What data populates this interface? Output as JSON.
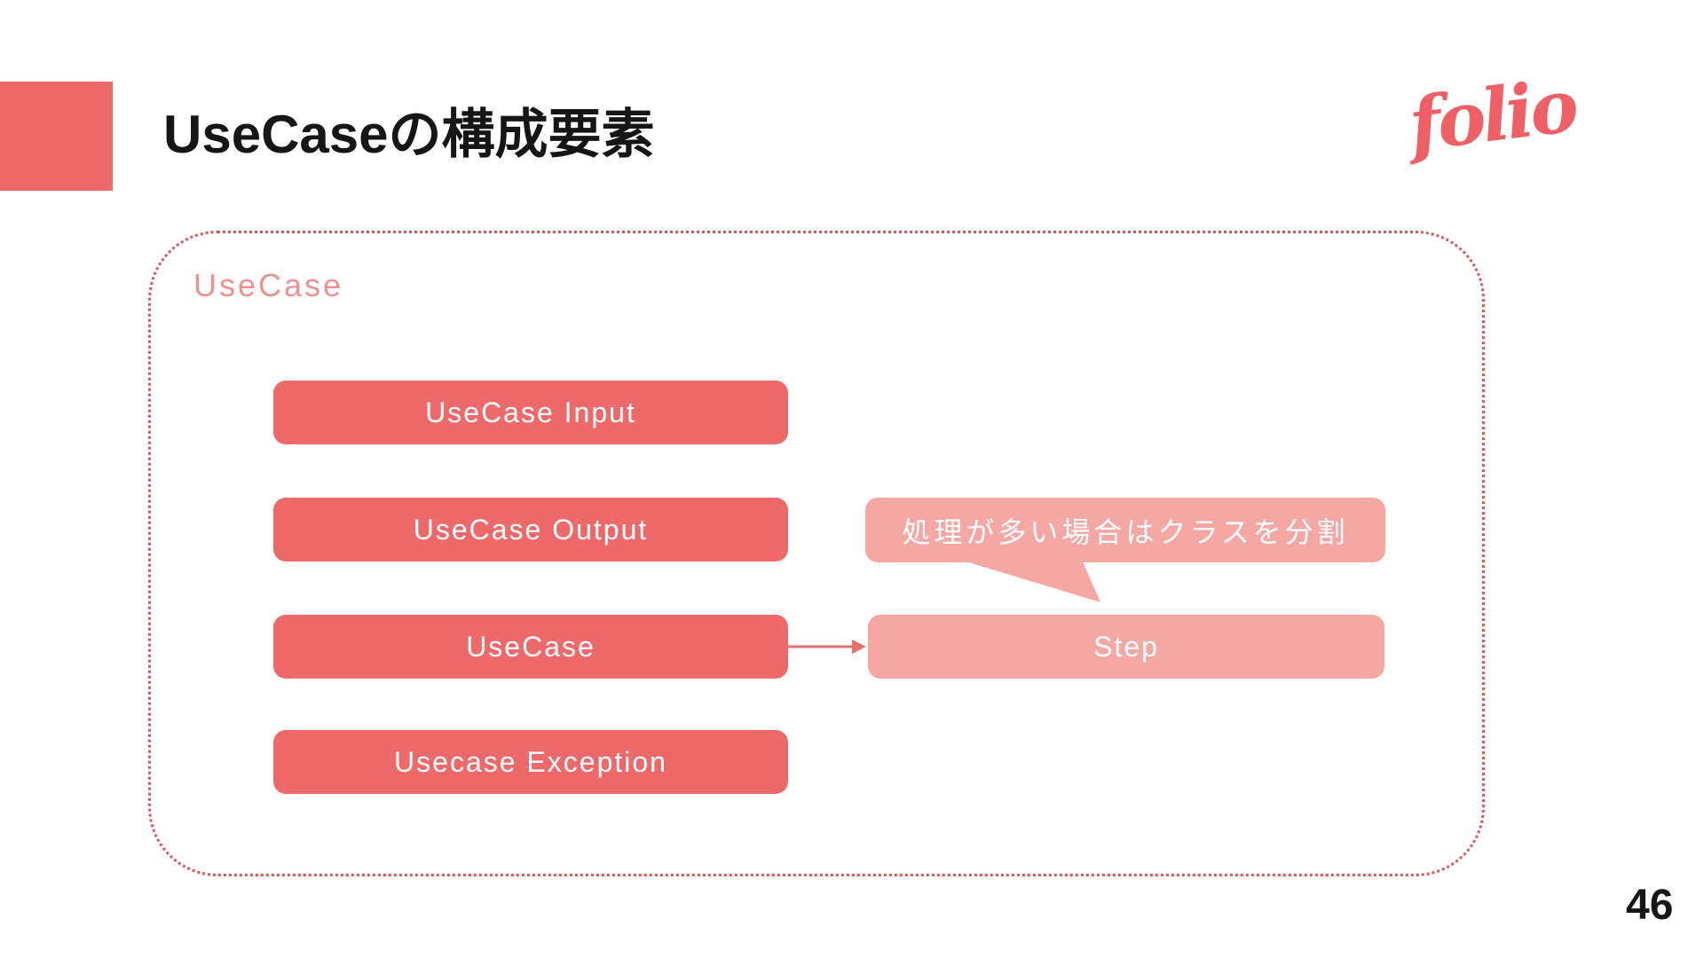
{
  "slide": {
    "title": "UseCaseの構成要素",
    "logo_text": "folio",
    "page_number": "46"
  },
  "diagram": {
    "container_label": "UseCase",
    "boxes": [
      {
        "label": "UseCase Input",
        "style": "solid"
      },
      {
        "label": "UseCase Output",
        "style": "solid"
      },
      {
        "label": "UseCase",
        "style": "solid"
      },
      {
        "label": "Usecase Exception",
        "style": "solid"
      },
      {
        "label": "Step",
        "style": "light"
      }
    ],
    "callout": {
      "text": "処理が多い場合はクラスを分割"
    },
    "arrow": {
      "from": "UseCase",
      "to": "Step"
    },
    "colors": {
      "solid_box": "#ee6a6a",
      "light_box": "#f5a7a4",
      "container_border": "#d95757",
      "container_label": "#ef9191",
      "accent_square": "#ee6a6a",
      "logo": "#ee5f66",
      "arrow": "#e4706e",
      "title_text": "#161616",
      "box_text": "#ffffff"
    }
  }
}
